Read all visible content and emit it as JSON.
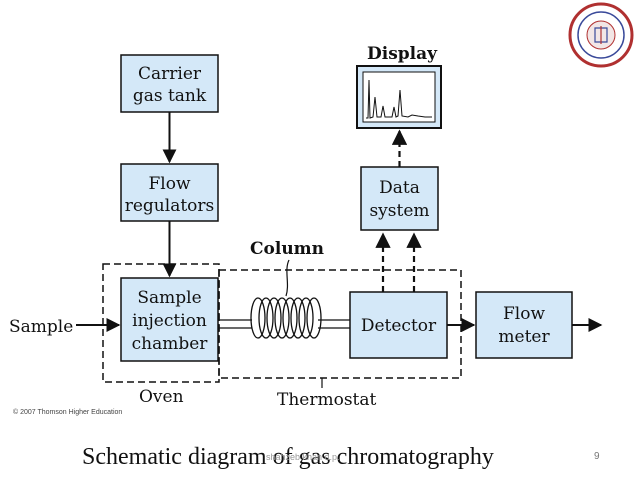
{
  "diagram": {
    "boxes": {
      "carrier": [
        "Carrier",
        "gas tank"
      ],
      "flow_regulators": [
        "Flow",
        "regulators"
      ],
      "sample_injection": [
        "Sample",
        "injection",
        "chamber"
      ],
      "detector": [
        "Detector"
      ],
      "data_system": [
        "Data",
        "system"
      ],
      "flow_meter": [
        "Flow",
        "meter"
      ]
    },
    "labels": {
      "display": "Display",
      "column": "Column",
      "sample": "Sample",
      "oven": "Oven",
      "thermostat": "Thermostat"
    },
    "colors": {
      "box_fill": "#d4e8f8",
      "stroke": "#111111"
    }
  },
  "copyright": "© 2007 Thomson Higher Education",
  "caption": "Schematic diagram of gas chromatography",
  "watermark": "shahzeb khan d.p.",
  "page_number": "9",
  "logo_icon": "college-seal-icon"
}
